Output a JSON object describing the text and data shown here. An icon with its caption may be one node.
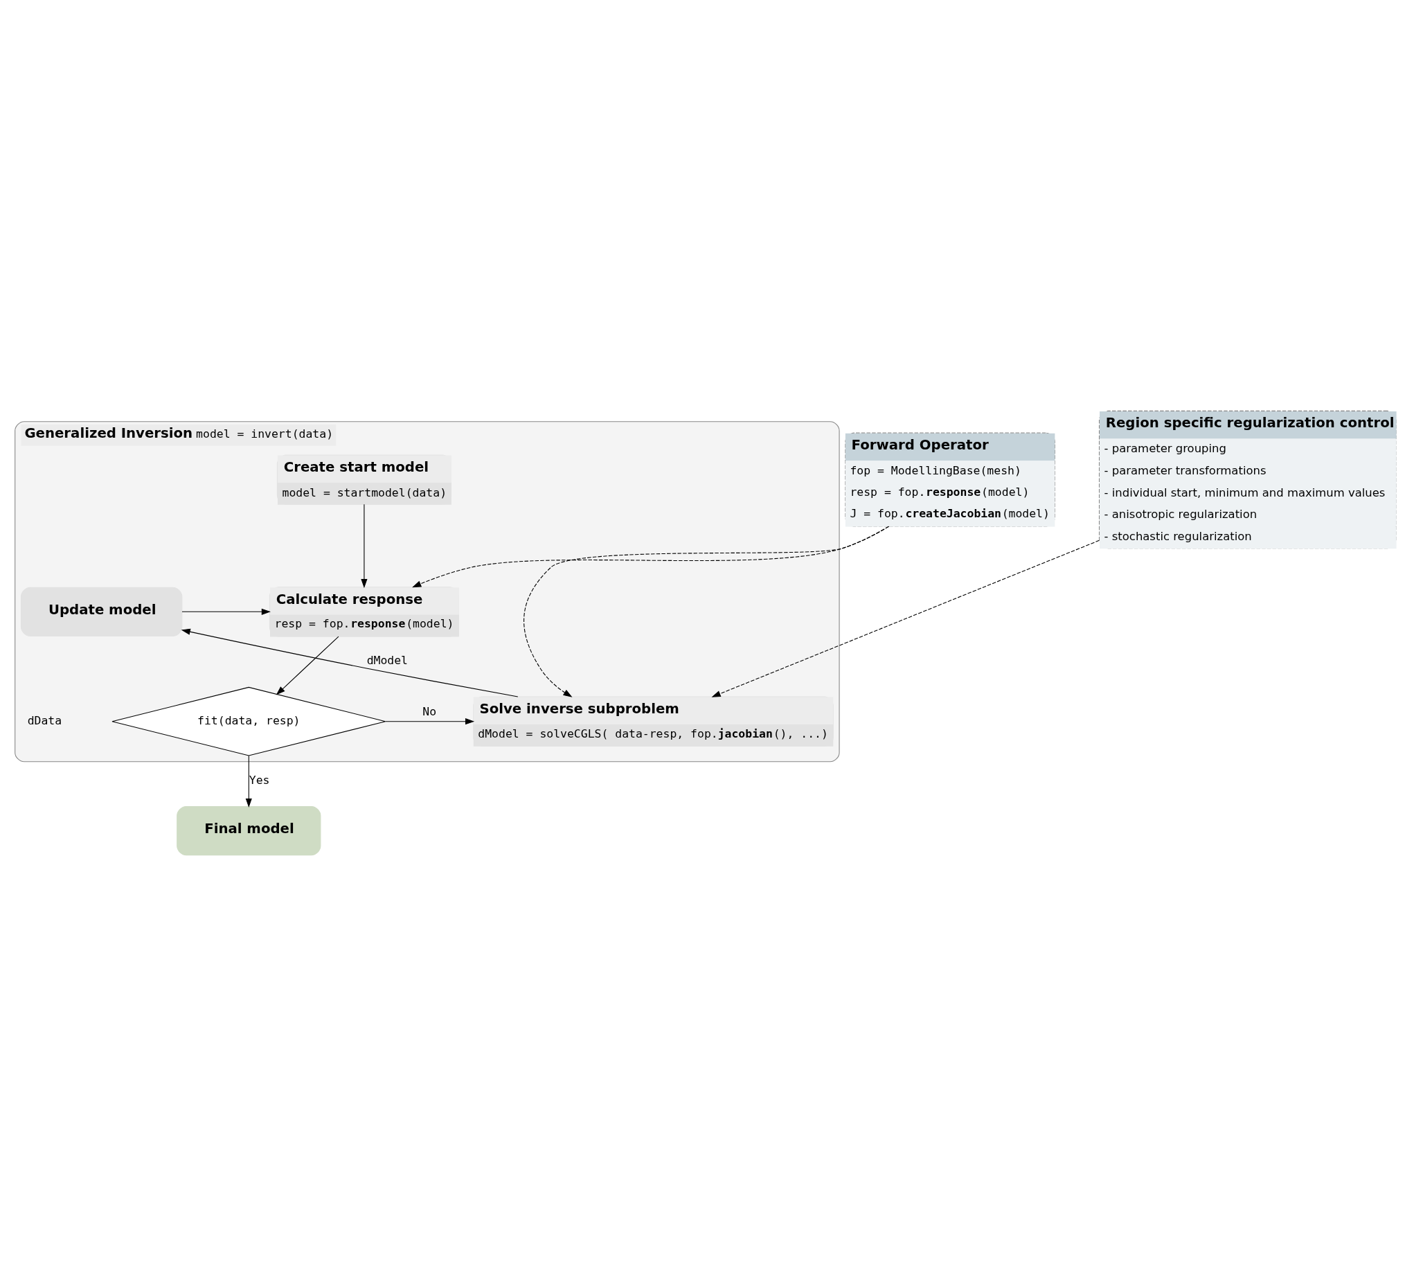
{
  "diagram": {
    "nodes": [
      {
        "text": [
          "Generalized Inversion",
          "model = invert(data)"
        ]
      },
      {
        "text": [
          "Create start model",
          "model = startmodel(data)"
        ],
        "in": 0
      },
      {
        "text": [
          "Calculate response",
          "resp = fop.**response**(model)"
        ],
        "in": 0
      },
      {
        "text": [
          "Update model"
        ],
        "in": 0
      },
      {
        "text": [
          "fit(data, resp)"
        ],
        "in": 0
      },
      {
        "text": [
          "Solve inverse subproblem",
          "dModel = solveCGLS( data-resp, fop.**jacobian**(), ...)"
        ],
        "in": 0
      },
      {
        "text": [
          "Final model"
        ]
      },
      {
        "text": [
          "Forward Operator",
          "fop = ModellingBase(mesh)",
          "resp = fop.**response**(model)",
          "J = fop.**createJacobian**(model)"
        ]
      },
      {
        "text": [
          "Region specific regularization control",
          "- parameter grouping",
          "- parameter transformations",
          "- individual start, minimum and maximum values",
          "- anisotropic regularization",
          "- stochastic regularization"
        ]
      }
    ],
    "edges": [
      {
        "from": 1,
        "to": 2,
        "arrow": "to"
      },
      {
        "from": 3,
        "to": 2,
        "arrow": "to"
      },
      {
        "from": 2,
        "to": 4,
        "arrow": "to"
      },
      {
        "from": 4,
        "to": 5,
        "arrow": "to",
        "label": "No"
      },
      {
        "from": 5,
        "to": 3,
        "arrow": "to",
        "label": "dModel"
      },
      {
        "from": 4,
        "to": 6,
        "arrow": "to",
        "label": "Yes"
      },
      {
        "from": 7,
        "to": 2,
        "arrow": "to",
        "style": "dashed"
      },
      {
        "from": 7,
        "to": 5,
        "arrow": "to",
        "style": "dashed"
      },
      {
        "from": 8,
        "to": 5,
        "arrow": "to",
        "style": "dashed"
      }
    ],
    "labels": [
      "dData"
    ]
  }
}
